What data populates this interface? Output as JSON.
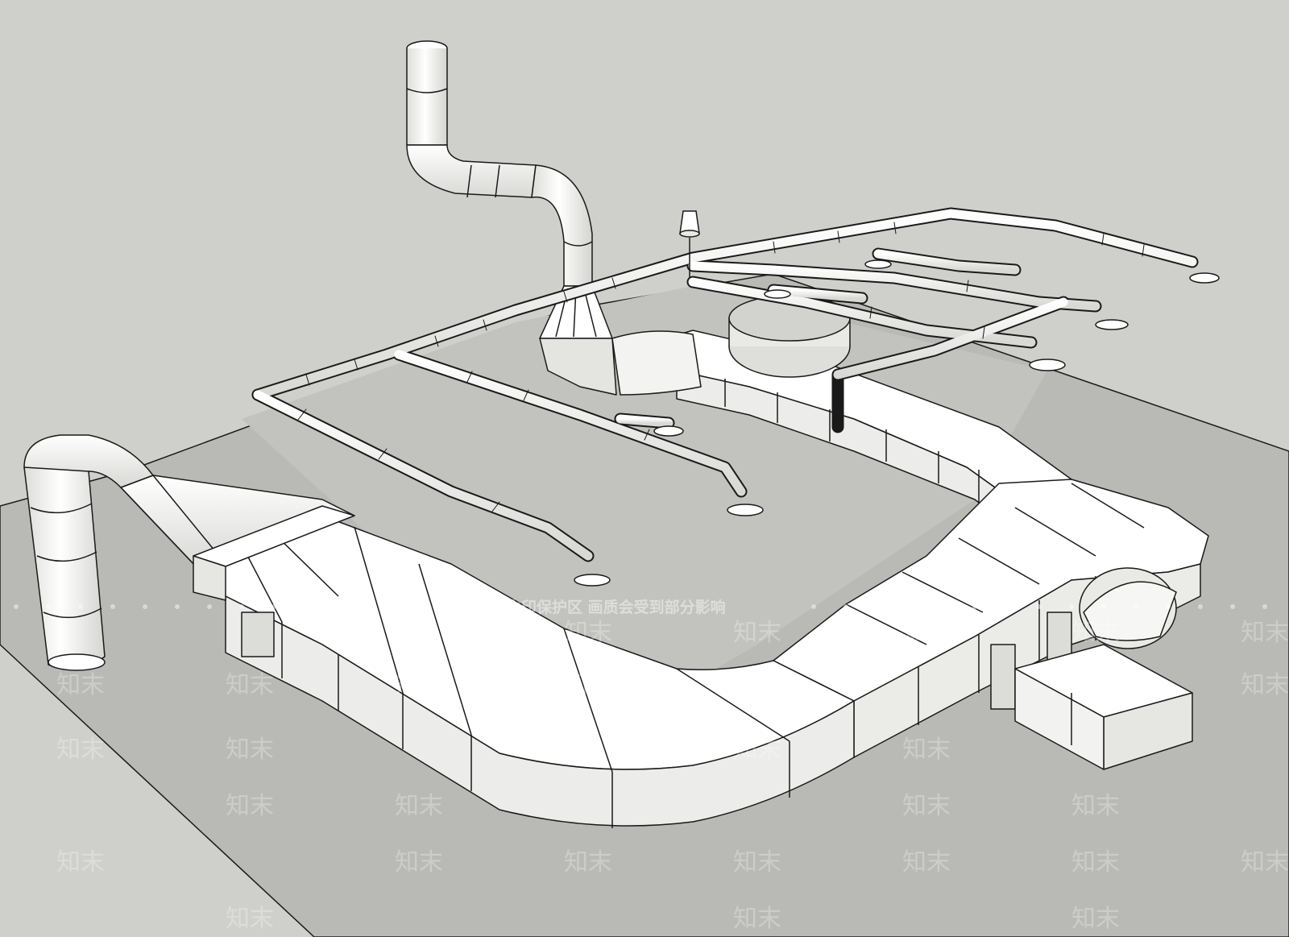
{
  "colors": {
    "background": "#cfd0cb",
    "floor": "#b9b9b6",
    "floor_inner": "#c7c7c4",
    "duct_face": "#ffffff",
    "duct_shade": "#e9e9e6",
    "duct_dark": "#d6d6d3",
    "edge": "#1a1a1a",
    "watermark": "#ffffff"
  },
  "watermark": {
    "banner": "水印保护区   画质会受到部分影响",
    "logo_text": "知末"
  },
  "components": [
    {
      "name": "main-rectangular-duct-loop"
    },
    {
      "name": "exhaust-stack-left"
    },
    {
      "name": "vertical-exhaust-stack"
    },
    {
      "name": "circular-supply-pipe-network"
    },
    {
      "name": "pipe-outlet-feet"
    },
    {
      "name": "roof-vent-cap"
    },
    {
      "name": "duct-stub-right"
    }
  ]
}
